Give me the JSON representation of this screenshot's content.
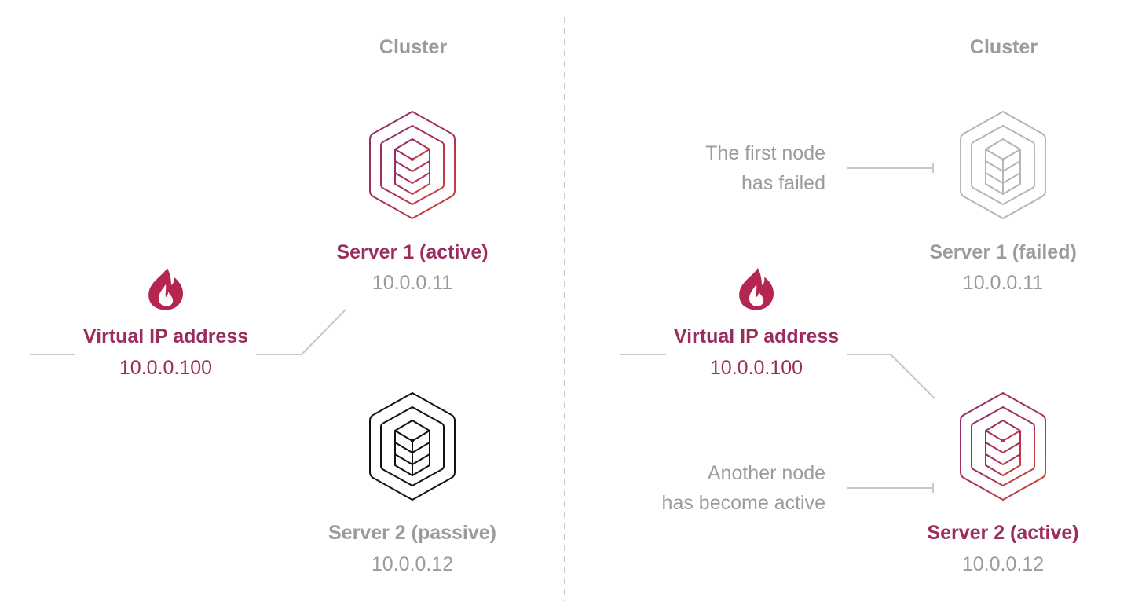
{
  "colors": {
    "accent": "#9a2c5e",
    "accent_end": "#d1432e",
    "muted": "#9b9b9b",
    "failed_icon": "#b5b5b5",
    "passive_icon": "#111111",
    "line": "#c8c8c8",
    "divider": "#c8c8c8",
    "flame": "#b42550"
  },
  "left": {
    "cluster_title": "Cluster",
    "server1": {
      "name": "Server 1 (active)",
      "ip": "10.0.0.11",
      "icon": "server-stack-icon"
    },
    "server2": {
      "name": "Server 2 (passive)",
      "ip": "10.0.0.12",
      "icon": "server-stack-icon"
    },
    "vip": {
      "name": "Virtual IP address",
      "ip": "10.0.0.100",
      "icon": "flame-icon"
    }
  },
  "right": {
    "cluster_title": "Cluster",
    "server1": {
      "name": "Server 1 (failed)",
      "ip": "10.0.0.11",
      "icon": "server-stack-icon"
    },
    "server2": {
      "name": "Server 2 (active)",
      "ip": "10.0.0.12",
      "icon": "server-stack-icon"
    },
    "vip": {
      "name": "Virtual IP address",
      "ip": "10.0.0.100",
      "icon": "flame-icon"
    },
    "note_failed": [
      "The first node",
      "has failed"
    ],
    "note_active": [
      "Another node",
      "has become active"
    ]
  }
}
